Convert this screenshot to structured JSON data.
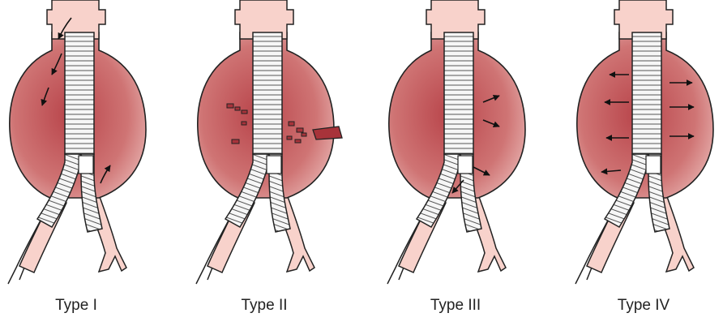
{
  "panels": [
    {
      "label": "Type I"
    },
    {
      "label": "Type II"
    },
    {
      "label": "Type III"
    },
    {
      "label": "Type IV"
    }
  ],
  "colors": {
    "sac_center": "#b8444a",
    "sac_edge": "#dd9a9a",
    "vessel": "#f8d2cb",
    "graft": "#f4f4f4",
    "outline": "#222222",
    "arrow": "#111111",
    "lumbar_vessel": "#a8333a"
  }
}
